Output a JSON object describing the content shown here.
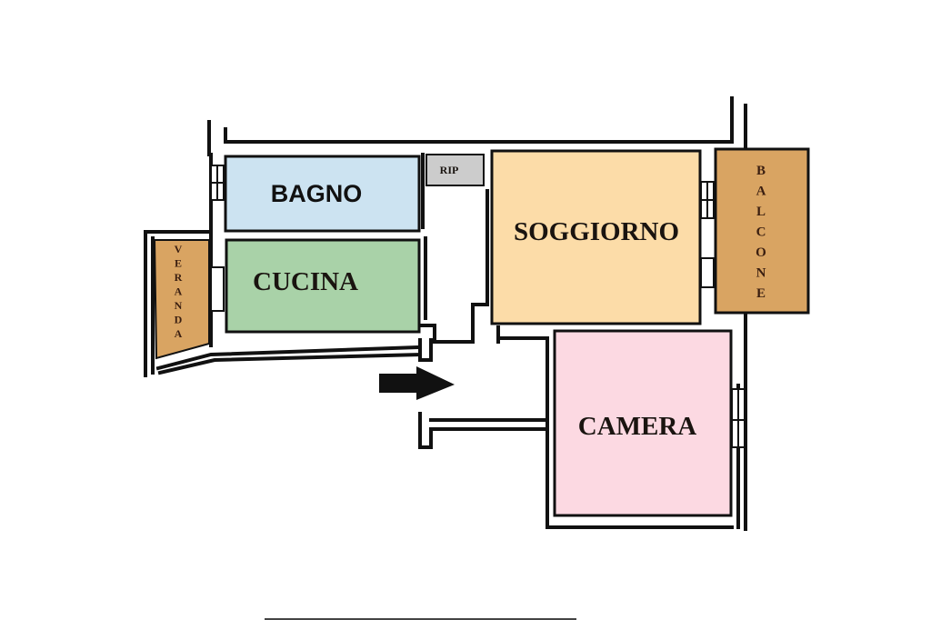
{
  "title": "Floor plan",
  "rooms": {
    "bagno": {
      "label": "BAGNO",
      "color": "#cce3f1"
    },
    "cucina": {
      "label": "CUCINA",
      "color": "#a9d2a8"
    },
    "rip": {
      "label": "RIP",
      "color": "#cccccc"
    },
    "soggiorno": {
      "label": "SOGGIORNO",
      "color": "#fcdca8"
    },
    "balcone": {
      "label": "BALCONE",
      "color": "#d9a462"
    },
    "veranda": {
      "label": "VERANDA",
      "color": "#d9a462"
    },
    "camera": {
      "label": "CAMERA",
      "color": "#fcd9e2"
    }
  },
  "entrance": {
    "icon": "arrow-right-icon",
    "direction": "right"
  },
  "colors": {
    "wall": "#111111",
    "background": "#ffffff"
  }
}
